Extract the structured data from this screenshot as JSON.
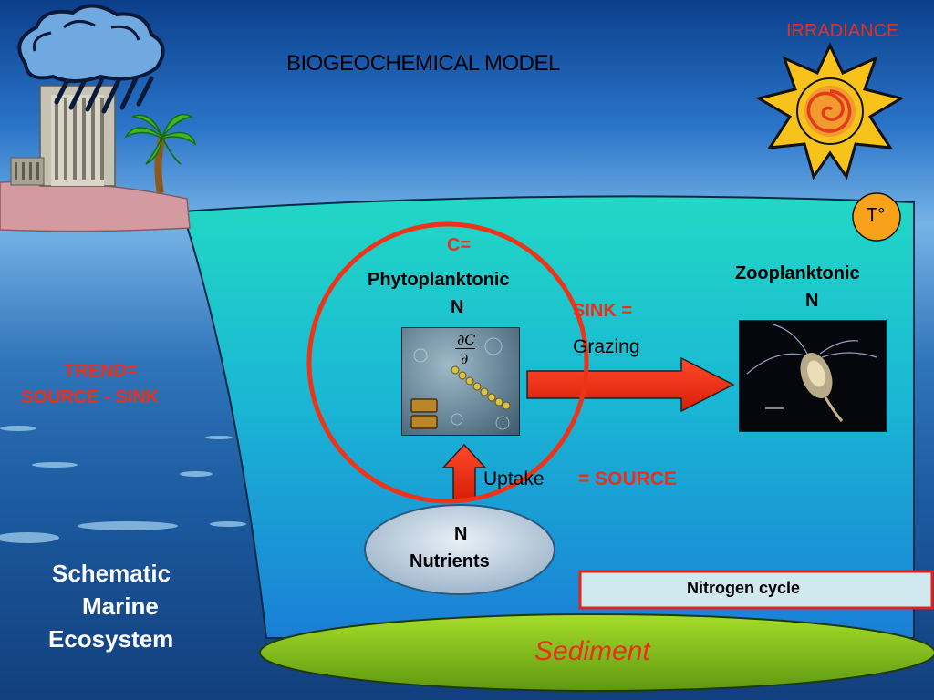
{
  "title": "BIOGEOCHEMICAL MODEL",
  "irradiance_label": "IRRADIANCE",
  "temperature_label": "T°",
  "phyto": {
    "c_label": "C=",
    "name_line1": "Phytoplanktonic",
    "name_line2": "N",
    "formula_top": "∂C",
    "formula_bottom": "∂"
  },
  "zoo": {
    "name_line1": "Zooplanktonic",
    "name_line2": "N"
  },
  "sink_label": "SINK =",
  "grazing_label": "Grazing",
  "uptake_label": "Uptake",
  "source_label": "= SOURCE",
  "trend": {
    "line1": "TREND=",
    "line2": "SOURCE - SINK"
  },
  "nutrients": {
    "line1": "N",
    "line2": "Nutrients"
  },
  "nitrogen_cycle_label": "Nitrogen cycle",
  "sediment_label": "Sediment",
  "schematic": {
    "line1": "Schematic",
    "line2": "Marine",
    "line3": "Ecosystem"
  },
  "colors": {
    "accent_red": "#e8301c",
    "water_top": "#22d6c4",
    "water_bottom": "#1c84d8",
    "sediment_green": "#86c21a",
    "sun_yellow": "#f7c21a",
    "nutrients_fill": "#c4d2e0"
  }
}
